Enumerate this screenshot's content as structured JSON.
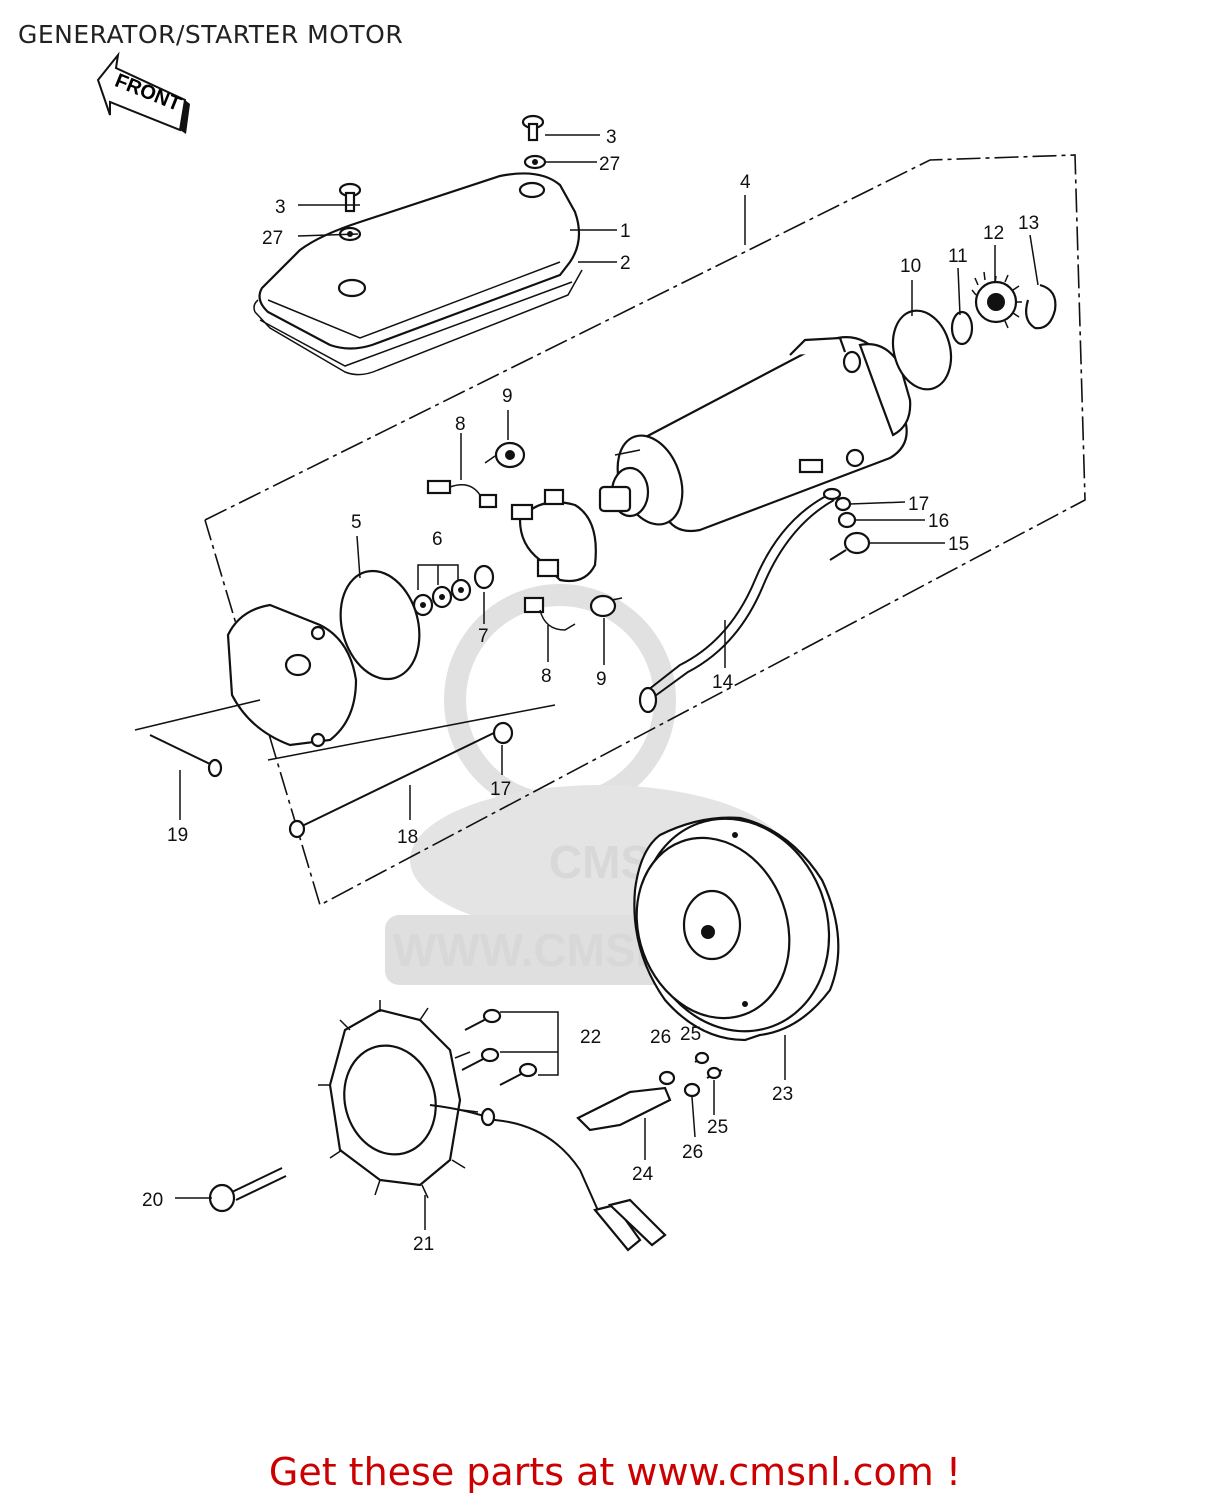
{
  "title": "GENERATOR/STARTER MOTOR",
  "front_label": "FRONT",
  "watermark": {
    "logo_text": "CMS",
    "url_text": "WWW.CMSNL.COM"
  },
  "footer": {
    "prefix": "Get these parts at ",
    "link": "www.cmsnl.com",
    "suffix": " !",
    "color": "#cc0000"
  },
  "callouts": [
    {
      "id": "c3a",
      "text": "3"
    },
    {
      "id": "c27a",
      "text": "27"
    },
    {
      "id": "c3b",
      "text": "3"
    },
    {
      "id": "c27b",
      "text": "27"
    },
    {
      "id": "c1",
      "text": "1"
    },
    {
      "id": "c2",
      "text": "2"
    },
    {
      "id": "c4",
      "text": "4"
    },
    {
      "id": "c10",
      "text": "10"
    },
    {
      "id": "c11",
      "text": "11"
    },
    {
      "id": "c12",
      "text": "12"
    },
    {
      "id": "c13",
      "text": "13"
    },
    {
      "id": "c9a",
      "text": "9"
    },
    {
      "id": "c8a",
      "text": "8"
    },
    {
      "id": "c17a",
      "text": "17"
    },
    {
      "id": "c16",
      "text": "16"
    },
    {
      "id": "c15",
      "text": "15"
    },
    {
      "id": "c5",
      "text": "5"
    },
    {
      "id": "c6",
      "text": "6"
    },
    {
      "id": "c7",
      "text": "7"
    },
    {
      "id": "c8b",
      "text": "8"
    },
    {
      "id": "c9b",
      "text": "9"
    },
    {
      "id": "c14",
      "text": "14"
    },
    {
      "id": "c17b",
      "text": "17"
    },
    {
      "id": "c19",
      "text": "19"
    },
    {
      "id": "c18",
      "text": "18"
    },
    {
      "id": "c22",
      "text": "22"
    },
    {
      "id": "c26a",
      "text": "26"
    },
    {
      "id": "c25a",
      "text": "25"
    },
    {
      "id": "c25b",
      "text": "25"
    },
    {
      "id": "c26b",
      "text": "26"
    },
    {
      "id": "c24",
      "text": "24"
    },
    {
      "id": "c23",
      "text": "23"
    },
    {
      "id": "c20",
      "text": "20"
    },
    {
      "id": "c21",
      "text": "21"
    }
  ]
}
